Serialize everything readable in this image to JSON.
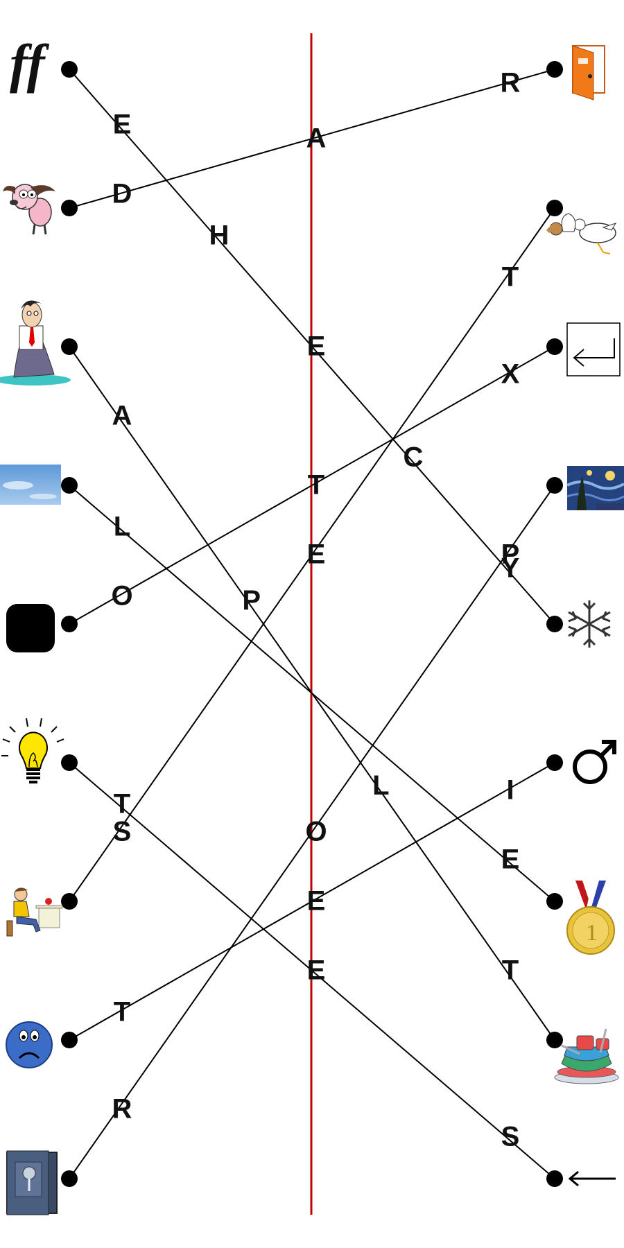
{
  "puzzle": {
    "type": "match-the-pairs word puzzle",
    "divider_color": "#c00000",
    "left_items": [
      {
        "icon": "ff-ligature-icon",
        "symbol": "ff"
      },
      {
        "icon": "cartoon-dog-icon"
      },
      {
        "icon": "melting-man-icon"
      },
      {
        "icon": "blue-sky-icon"
      },
      {
        "icon": "black-rounded-square-icon"
      },
      {
        "icon": "light-bulb-icon"
      },
      {
        "icon": "man-at-desk-icon"
      },
      {
        "icon": "sad-face-icon"
      },
      {
        "icon": "safe-vault-icon"
      }
    ],
    "right_items": [
      {
        "icon": "orange-door-icon"
      },
      {
        "icon": "stork-with-baby-icon"
      },
      {
        "icon": "return-key-icon"
      },
      {
        "icon": "starry-night-painting-icon"
      },
      {
        "icon": "snowflake-icon"
      },
      {
        "icon": "male-symbol-icon"
      },
      {
        "icon": "gold-medal-icon"
      },
      {
        "icon": "dirty-dishes-icon"
      },
      {
        "icon": "left-arrow-icon"
      }
    ],
    "connections": [
      {
        "from": 0,
        "to": 4,
        "letters": [
          "E",
          "H",
          "E",
          "C",
          "Y"
        ]
      },
      {
        "from": 1,
        "to": 0,
        "letters": [
          "D",
          "A",
          "R"
        ]
      },
      {
        "from": 2,
        "to": 7,
        "letters": [
          "A",
          "P",
          "L",
          "T"
        ]
      },
      {
        "from": 3,
        "to": 6,
        "letters": [
          "L",
          "E"
        ]
      },
      {
        "from": 4,
        "to": 2,
        "letters": [
          "O",
          "T",
          "X"
        ]
      },
      {
        "from": 5,
        "to": 8,
        "letters": [
          "T",
          "E",
          "S"
        ]
      },
      {
        "from": 6,
        "to": 1,
        "letters": [
          "S",
          "E",
          "T"
        ]
      },
      {
        "from": 7,
        "to": 5,
        "letters": [
          "T",
          "E",
          "I"
        ]
      },
      {
        "from": 8,
        "to": 3,
        "letters": [
          "R",
          "O",
          "P"
        ]
      }
    ]
  }
}
